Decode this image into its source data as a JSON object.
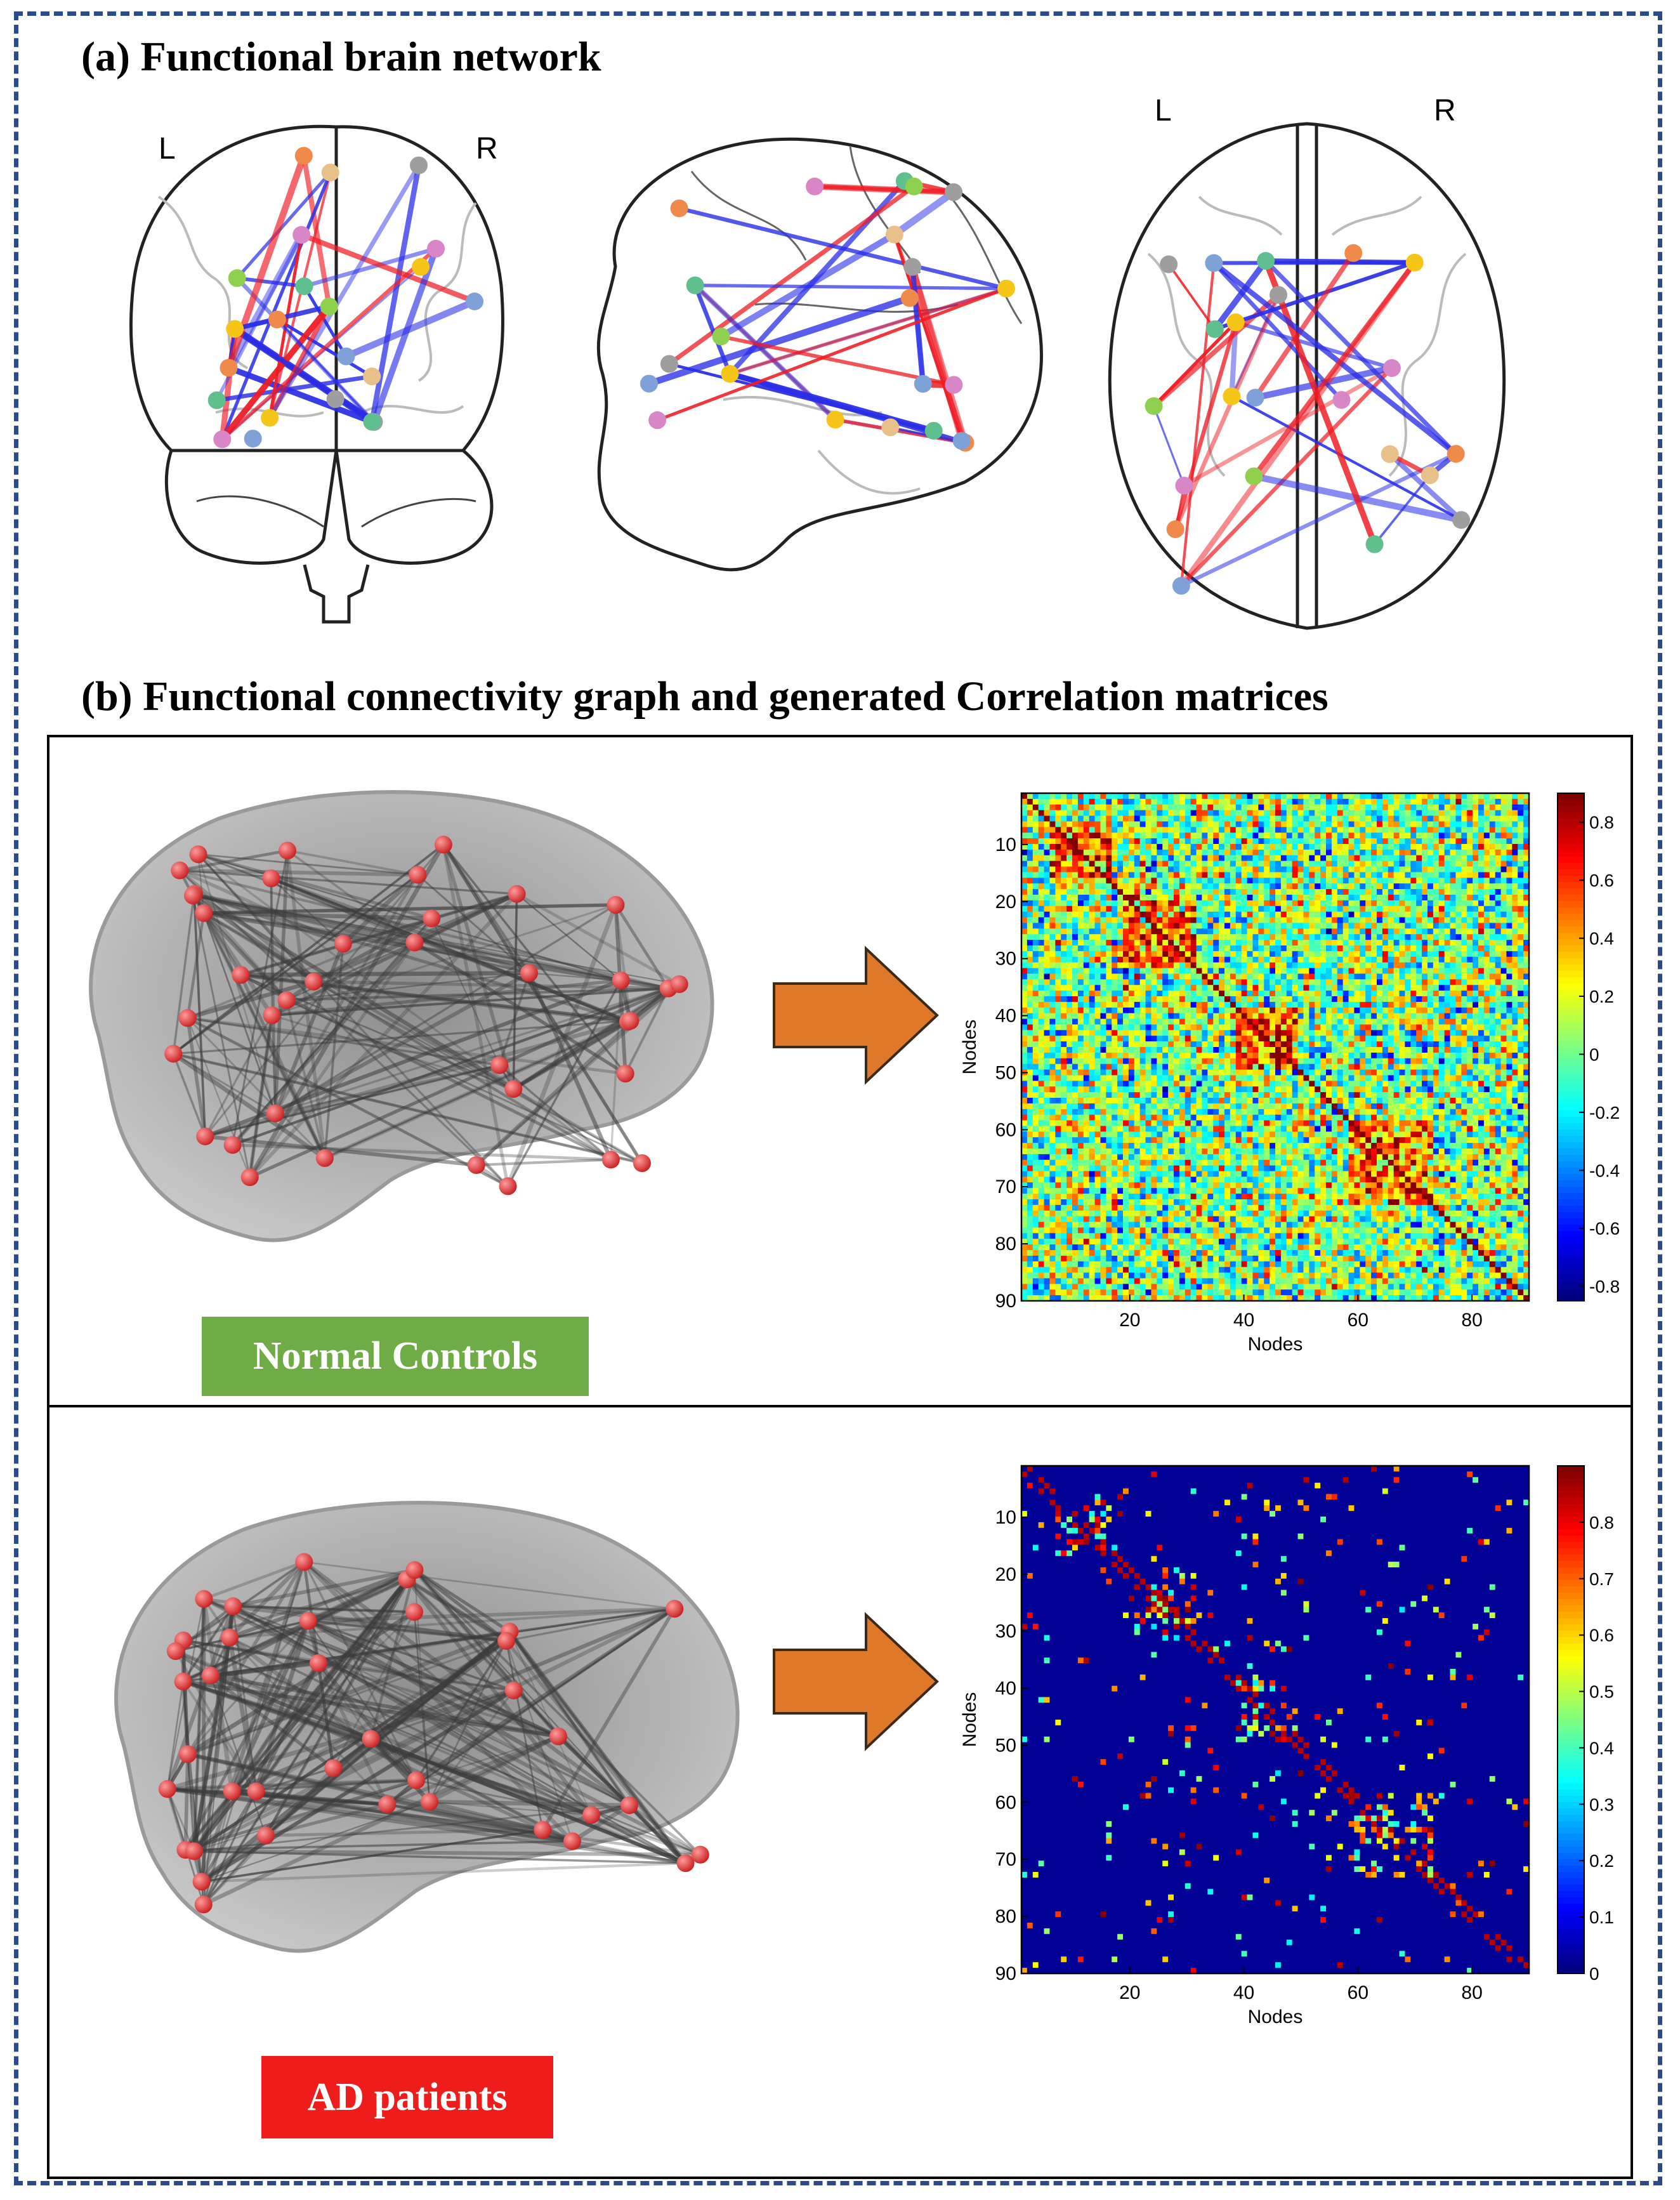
{
  "part_a": {
    "title": "(a) Functional brain network",
    "views": [
      {
        "left_label": "L",
        "right_label": "R"
      },
      {},
      {
        "left_label": "L",
        "right_label": "R"
      }
    ]
  },
  "part_b": {
    "title": "(b) Functional connectivity graph and generated Correlation matrices",
    "groups": [
      {
        "badge": "Normal Controls",
        "badge_color": "#6fac46"
      },
      {
        "badge": "AD patients",
        "badge_color": "#ef1c1c"
      }
    ]
  },
  "palette": {
    "frame": "#2c4a8a",
    "edge_positive": "#ee1c24",
    "edge_negative": "#2a2ee6",
    "arrow": "#e0782a",
    "node_red": "#e33b3b"
  },
  "chart_data": [
    {
      "type": "heatmap",
      "title": "",
      "xlabel": "Nodes",
      "ylabel": "Nodes",
      "x_ticks": [
        "20",
        "40",
        "60",
        "80"
      ],
      "y_ticks": [
        "10",
        "20",
        "30",
        "40",
        "50",
        "60",
        "70",
        "80",
        "90"
      ],
      "xlim": [
        1,
        90
      ],
      "ylim": [
        1,
        90
      ],
      "colorbar": {
        "min": -0.85,
        "max": 0.9,
        "ticks": [
          "0.8",
          "0.6",
          "0.4",
          "0.2",
          "0",
          "-0.2",
          "-0.4",
          "-0.6",
          "-0.8"
        ]
      },
      "colormap": "jet",
      "matrix_size": 90
    },
    {
      "type": "heatmap",
      "title": "",
      "xlabel": "Nodes",
      "ylabel": "Nodes",
      "x_ticks": [
        "20",
        "40",
        "60",
        "80"
      ],
      "y_ticks": [
        "10",
        "20",
        "30",
        "40",
        "50",
        "60",
        "70",
        "80",
        "90"
      ],
      "xlim": [
        1,
        90
      ],
      "ylim": [
        1,
        90
      ],
      "colorbar": {
        "min": 0,
        "max": 0.9,
        "ticks": [
          "0.8",
          "0.7",
          "0.6",
          "0.5",
          "0.4",
          "0.3",
          "0.2",
          "0.1",
          "0"
        ]
      },
      "colormap": "jet",
      "matrix_size": 90
    }
  ]
}
